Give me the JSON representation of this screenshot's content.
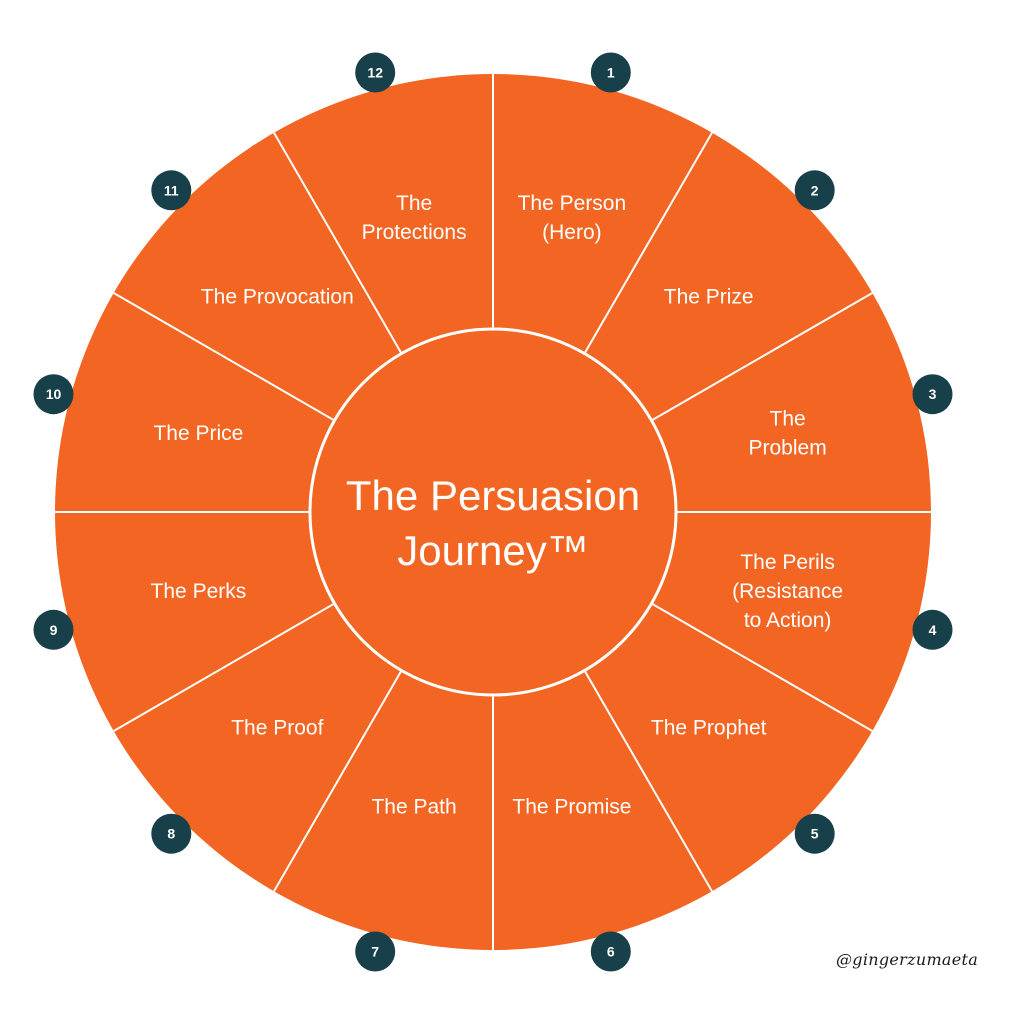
{
  "diagram": {
    "center_title_lines": [
      "The Persuasion",
      "Journey™"
    ],
    "colors": {
      "segment_fill": "#F26522",
      "divider": "#FFFFFF",
      "badge_fill": "#17404A",
      "text": "#FFFFFF"
    },
    "segments": [
      {
        "number": "1",
        "lines": [
          "The Person",
          "(Hero)"
        ]
      },
      {
        "number": "2",
        "lines": [
          "The Prize"
        ]
      },
      {
        "number": "3",
        "lines": [
          "The",
          "Problem"
        ]
      },
      {
        "number": "4",
        "lines": [
          "The Perils",
          "(Resistance",
          "to Action)"
        ]
      },
      {
        "number": "5",
        "lines": [
          "The Prophet"
        ]
      },
      {
        "number": "6",
        "lines": [
          "The Promise"
        ]
      },
      {
        "number": "7",
        "lines": [
          "The Path"
        ]
      },
      {
        "number": "8",
        "lines": [
          "The Proof"
        ]
      },
      {
        "number": "9",
        "lines": [
          "The Perks"
        ]
      },
      {
        "number": "10",
        "lines": [
          "The Price"
        ]
      },
      {
        "number": "11",
        "lines": [
          "The Provocation"
        ]
      },
      {
        "number": "12",
        "lines": [
          "The",
          "Protections"
        ]
      }
    ]
  },
  "signature": "@gingerzumaeta"
}
